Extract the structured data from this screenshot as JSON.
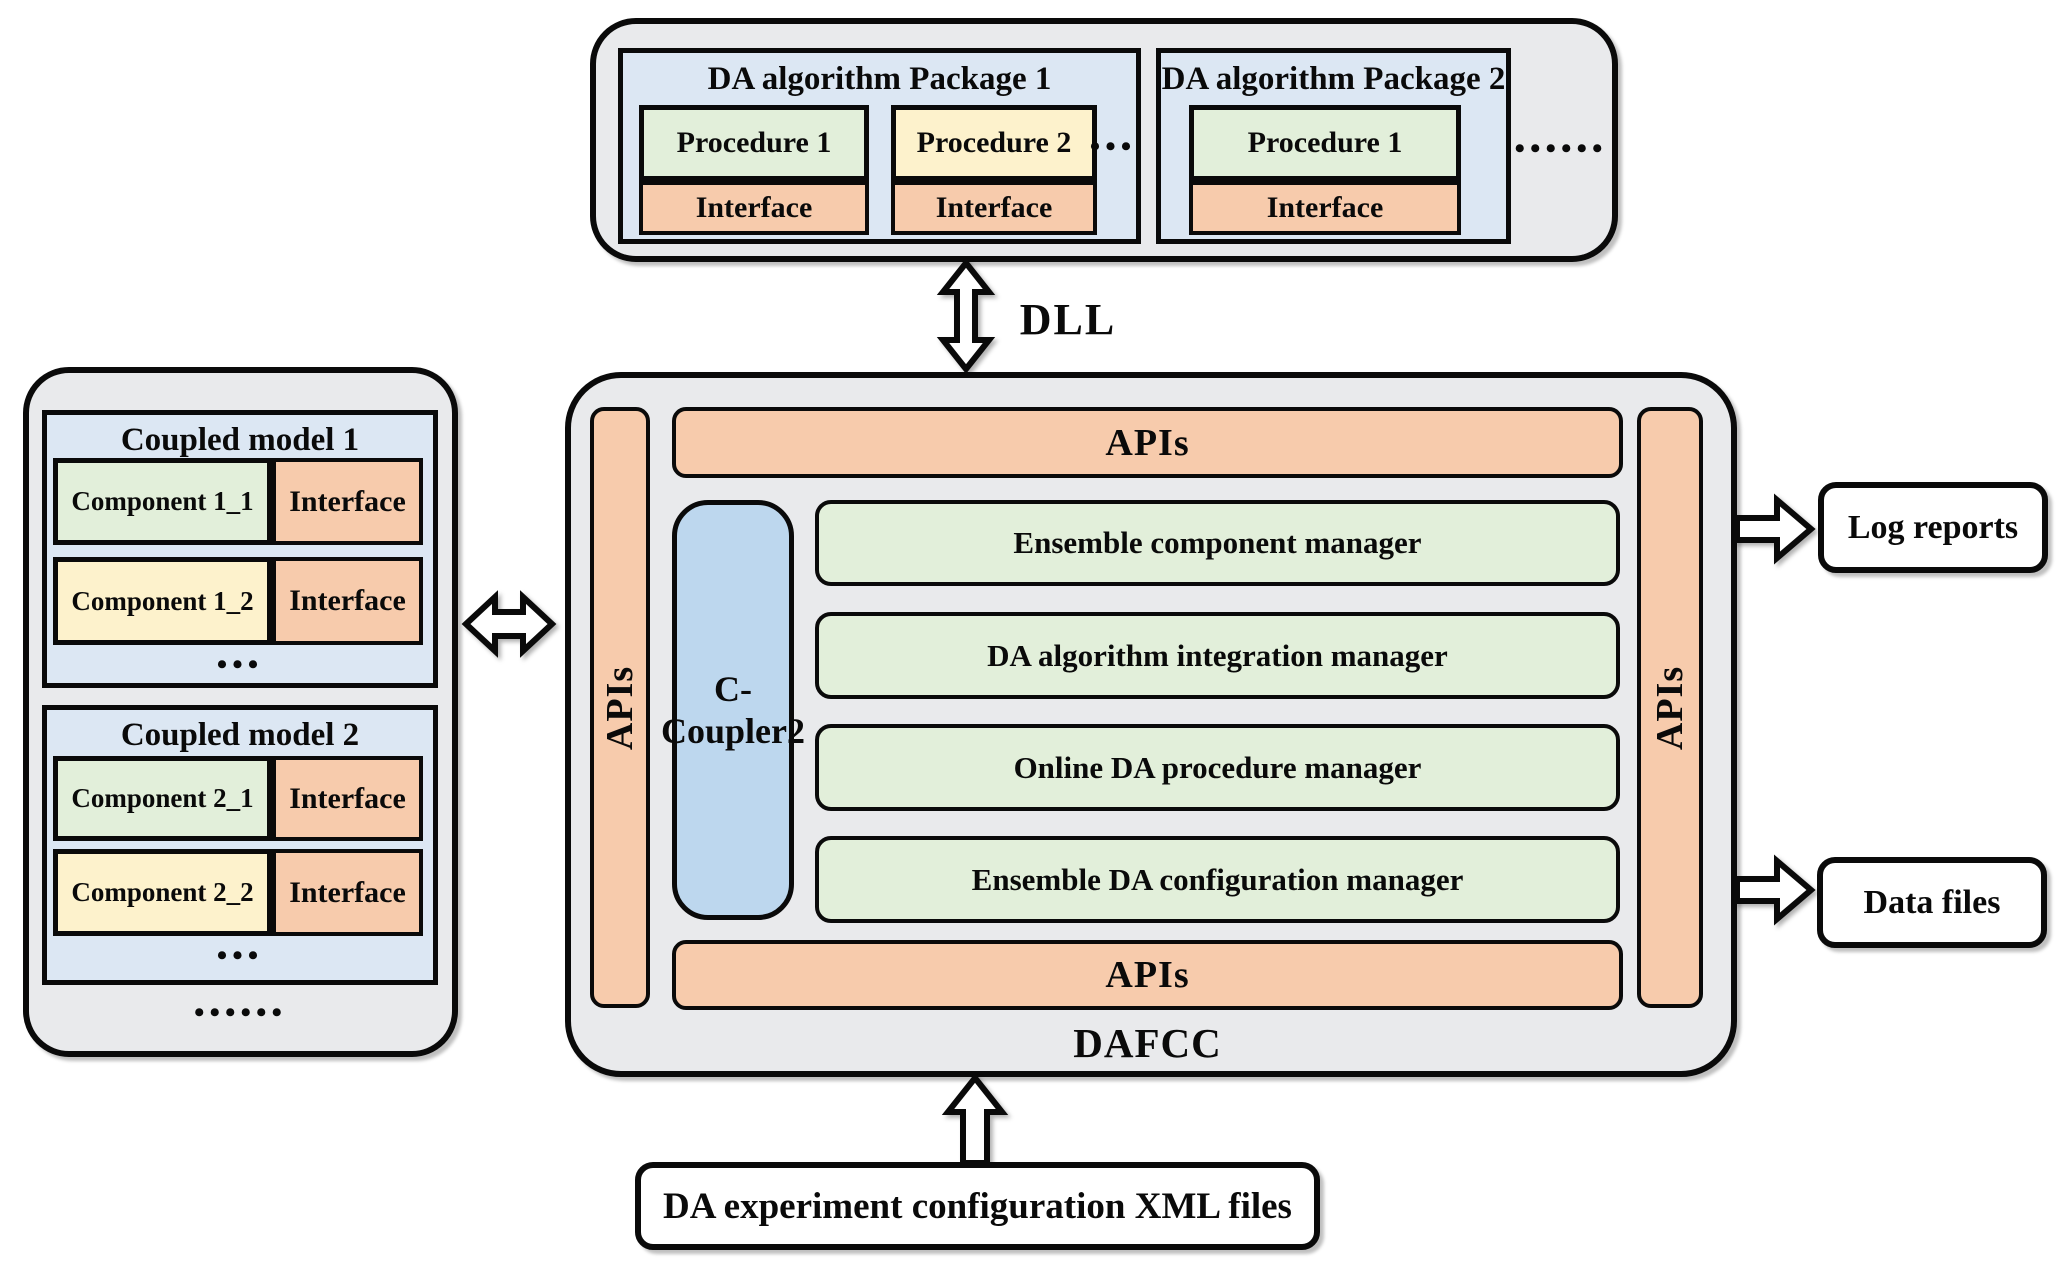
{
  "dll_label": "DLL",
  "ellipsis": {
    "three": "•••",
    "six": "••••••"
  },
  "packages": {
    "p1": {
      "title": "DA algorithm Package 1",
      "proc1": "Procedure 1",
      "proc2": "Procedure 2",
      "iface": "Interface"
    },
    "p2": {
      "title": "DA algorithm Package 2",
      "proc1": "Procedure 1",
      "iface": "Interface"
    }
  },
  "models": {
    "m1": {
      "title": "Coupled model 1",
      "comp1": "Component 1_1",
      "comp2": "Component 1_2",
      "iface": "Interface"
    },
    "m2": {
      "title": "Coupled model 2",
      "comp1": "Component 2_1",
      "comp2": "Component 2_2",
      "iface": "Interface"
    }
  },
  "dafcc": {
    "label": "DAFCC",
    "apis": "APIs",
    "coupler": "C-Coupler2",
    "managers": [
      "Ensemble component manager",
      "DA algorithm integration manager",
      "Online DA procedure manager",
      "Ensemble DA configuration manager"
    ]
  },
  "outputs": {
    "log_reports": "Log reports",
    "data_files": "Data files"
  },
  "inputs": {
    "xml_files": "DA experiment configuration XML files"
  },
  "colors": {
    "container_gray": "#e9eaec",
    "panel_blue": "#dce7f3",
    "box_green": "#e2efda",
    "box_yellow": "#fdf2cc",
    "box_orange": "#f7cbac",
    "coupler_blue": "#bdd7ee",
    "border_black": "#0a0a0a",
    "background": "#ffffff"
  }
}
